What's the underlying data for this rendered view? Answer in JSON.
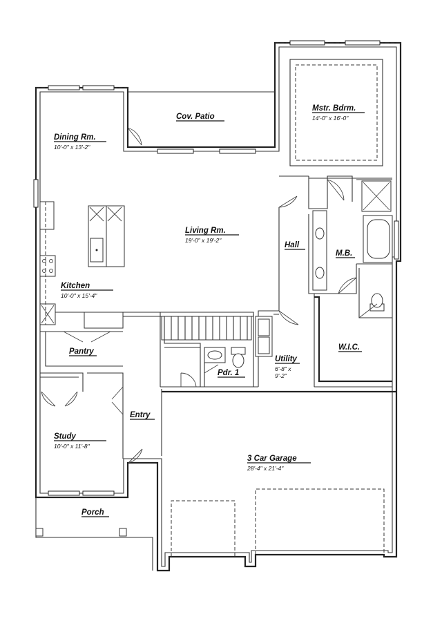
{
  "plan": {
    "rooms": [
      {
        "id": "cov-patio",
        "name": "Cov. Patio",
        "dims": []
      },
      {
        "id": "mstr-bdrm",
        "name": "Mstr. Bdrm.",
        "dims": [
          "14'-0\" x 16'-0\""
        ]
      },
      {
        "id": "dining",
        "name": "Dining Rm.",
        "dims": [
          "10'-0\" x 13'-2\""
        ]
      },
      {
        "id": "living",
        "name": "Living Rm.",
        "dims": [
          "19'-0\" x 19'-2\""
        ]
      },
      {
        "id": "hall",
        "name": "Hall",
        "dims": []
      },
      {
        "id": "mb",
        "name": "M.B.",
        "dims": []
      },
      {
        "id": "kitchen",
        "name": "Kitchen",
        "dims": [
          "10'-0\" x 15'-4\""
        ]
      },
      {
        "id": "pantry",
        "name": "Pantry",
        "dims": []
      },
      {
        "id": "utility",
        "name": "Utility",
        "dims": [
          "6'-8\" x",
          "9'-2\""
        ]
      },
      {
        "id": "wic",
        "name": "W.I.C.",
        "dims": []
      },
      {
        "id": "pdr",
        "name": "Pdr. 1",
        "dims": []
      },
      {
        "id": "entry",
        "name": "Entry",
        "dims": []
      },
      {
        "id": "study",
        "name": "Study",
        "dims": [
          "10'-0\" x 11'-8\""
        ]
      },
      {
        "id": "garage",
        "name": "3 Car Garage",
        "dims": [
          "28'-4\" x 21'-4\""
        ]
      },
      {
        "id": "porch",
        "name": "Porch",
        "dims": []
      }
    ]
  }
}
